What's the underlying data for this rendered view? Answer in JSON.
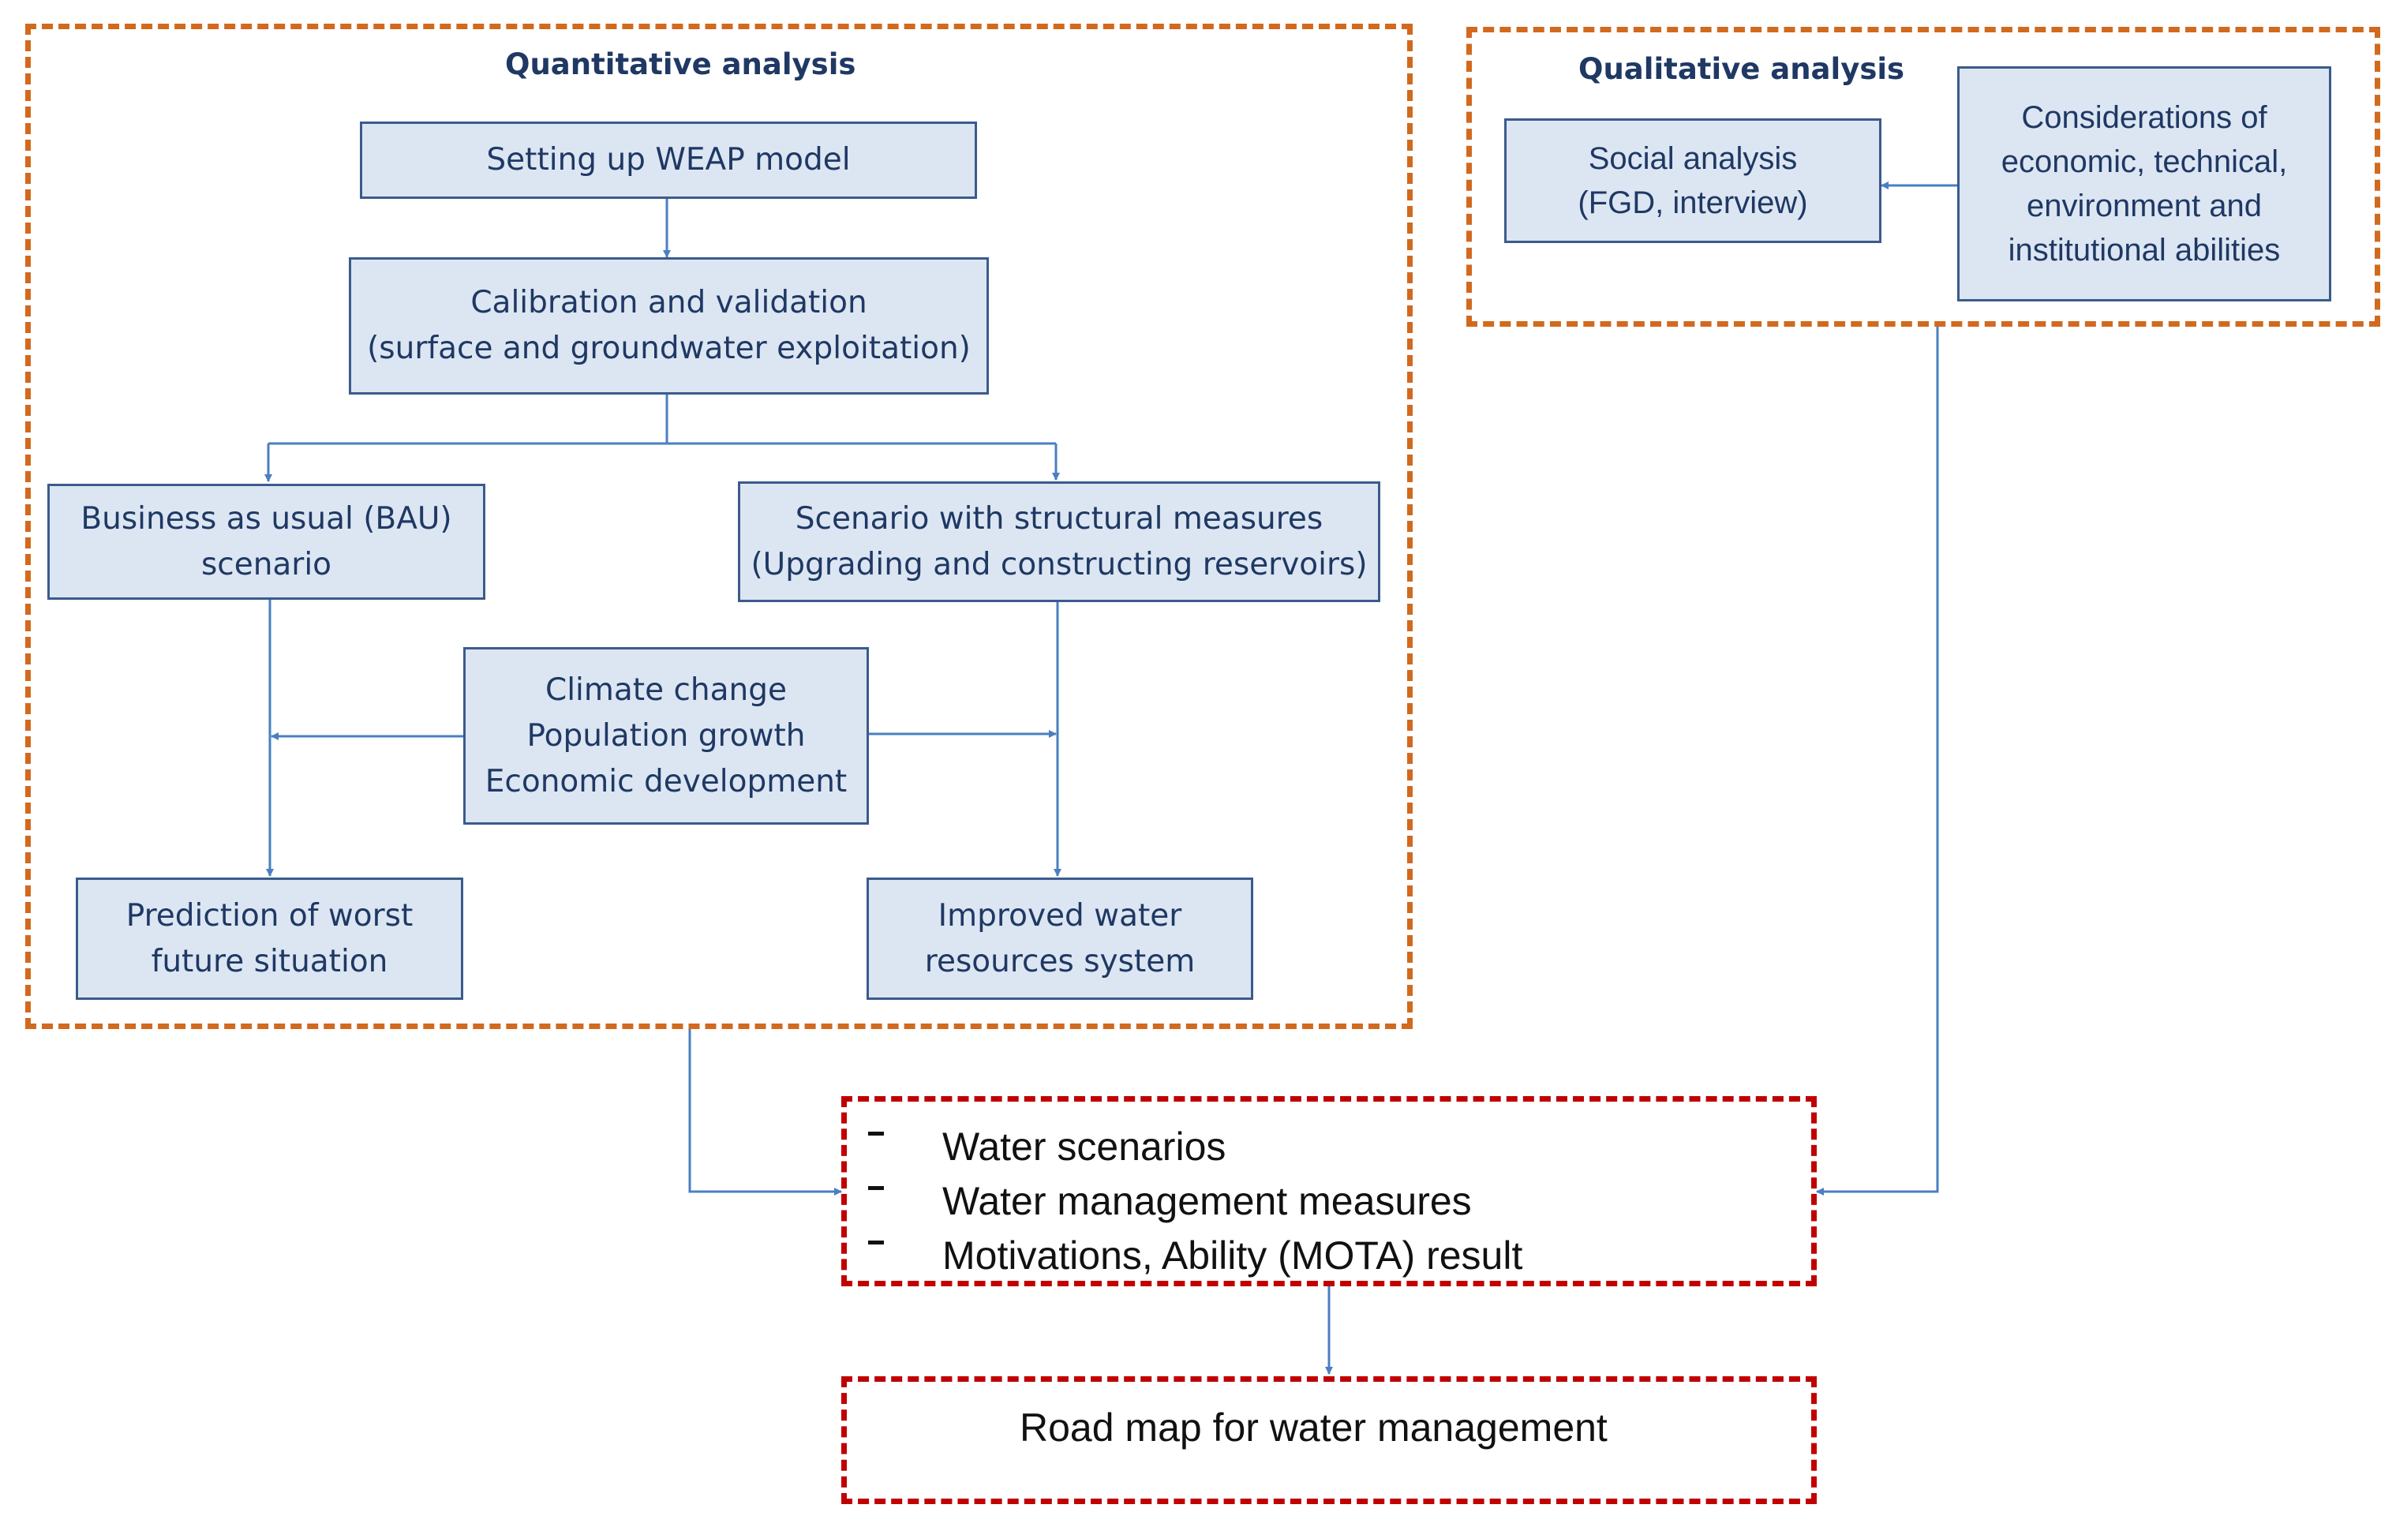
{
  "quantitative": {
    "title": "Quantitative analysis",
    "weap": "Setting up WEAP model",
    "calibration": "Calibration and validation\n(surface and groundwater exploitation)",
    "bau": "Business as usual (BAU)\nscenario",
    "structural": "Scenario with structural measures\n(Upgrading and constructing reservoirs)",
    "drivers": "Climate change\nPopulation growth\nEconomic development",
    "worst": "Prediction of worst\nfuture situation",
    "improved": "Improved water\nresources system"
  },
  "qualitative": {
    "title": "Qualitative analysis",
    "social": "Social analysis\n(FGD, interview)",
    "considerations": "Considerations of\neconomic, technical,\nenvironment and\ninstitutional abilities"
  },
  "results": {
    "items": [
      "Water scenarios",
      "Water management measures",
      "Motivations, Ability (MOTA) result"
    ]
  },
  "roadmap": "Road map for water management",
  "colors": {
    "box_fill": "#dce6f2",
    "box_border": "#3b5b8c",
    "arrow": "#4a7fc1",
    "orange_dash": "#d2691e",
    "red_dash": "#c00000"
  }
}
